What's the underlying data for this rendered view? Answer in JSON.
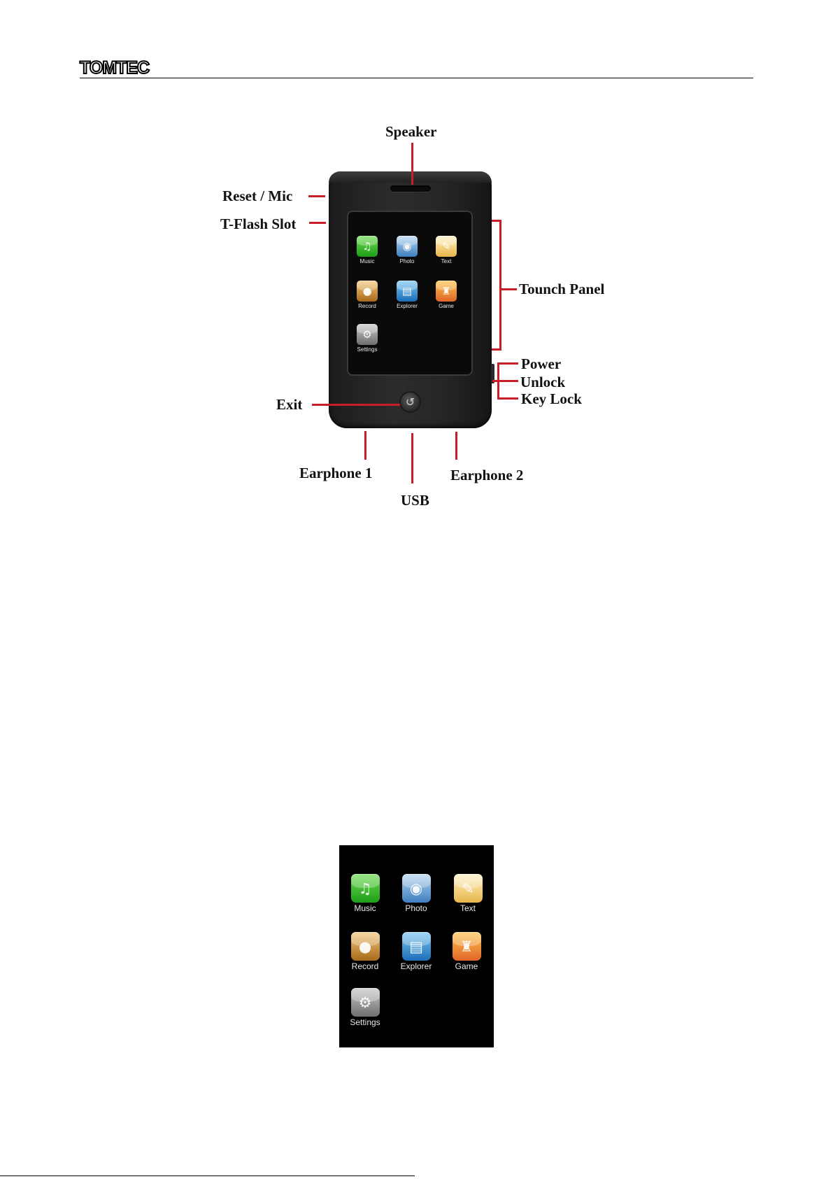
{
  "header": {
    "logo_text": "TOMTEC"
  },
  "diagram": {
    "labels": {
      "speaker": "Speaker",
      "reset_mic": "Reset / Mic",
      "tflash": "T-Flash Slot",
      "touch_panel": "Tounch Panel",
      "power": "Power",
      "unlock": "Unlock",
      "key_lock": "Key Lock",
      "exit": "Exit",
      "earphone1": "Earphone 1",
      "usb": "USB",
      "earphone2": "Earphone 2"
    },
    "leader_color": "#c81e2a",
    "exit_glyph": "↺"
  },
  "apps": [
    {
      "name": "Music",
      "icon": "music-note-icon",
      "glyph": "♫"
    },
    {
      "name": "Photo",
      "icon": "photo-icon",
      "glyph": "◉"
    },
    {
      "name": "Text",
      "icon": "text-note-icon",
      "glyph": "✎"
    },
    {
      "name": "Record",
      "icon": "microphone-icon",
      "glyph": "●"
    },
    {
      "name": "Explorer",
      "icon": "folder-icon",
      "glyph": "▤"
    },
    {
      "name": "Game",
      "icon": "joystick-icon",
      "glyph": "♜"
    },
    {
      "name": "Settings",
      "icon": "gear-icon",
      "glyph": "⚙"
    }
  ]
}
